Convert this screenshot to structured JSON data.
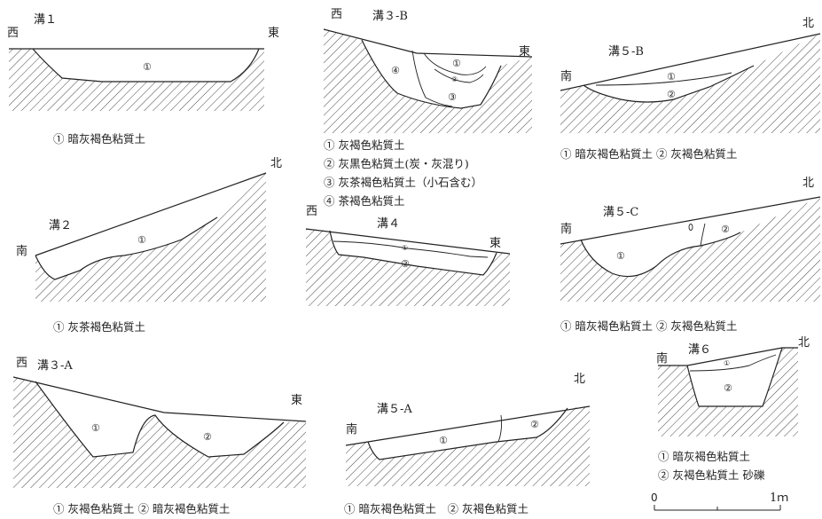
{
  "sections": [
    {
      "id": "m1",
      "title": "溝１",
      "dir_left": "西",
      "dir_right": "東",
      "layers": [
        "①"
      ],
      "legend": [
        "① 暗灰褐色粘質土"
      ]
    },
    {
      "id": "m2",
      "title": "溝２",
      "dir_left": "南",
      "dir_right": "北",
      "layers": [
        "①"
      ],
      "legend": [
        "① 灰茶褐色粘質土"
      ]
    },
    {
      "id": "m3a",
      "title": "溝３-A",
      "dir_left": "西",
      "dir_right": "東",
      "layers": [
        "①",
        "②"
      ],
      "legend": [
        "① 灰褐色粘質土 ② 暗灰褐色粘質土"
      ]
    },
    {
      "id": "m3b",
      "title": "溝３-B",
      "dir_left": "西",
      "dir_right": "東",
      "layers": [
        "①",
        "②",
        "③",
        "④"
      ],
      "legend": [
        "① 灰褐色粘質土",
        "② 灰黒色粘質土(炭・灰混り)",
        "③ 灰茶褐色粘質土（小石含む）",
        "④ 茶褐色粘質土"
      ]
    },
    {
      "id": "m4",
      "title": "溝４",
      "dir_left": "西",
      "dir_right": "東",
      "layers": [
        "①",
        "②"
      ],
      "legend": []
    },
    {
      "id": "m5a",
      "title": "溝５-A",
      "dir_left": "南",
      "dir_right": "北",
      "layers": [
        "①",
        "②"
      ],
      "legend": [
        "① 暗灰褐色粘質土　② 灰褐色粘質土"
      ]
    },
    {
      "id": "m5b",
      "title": "溝５-B",
      "dir_left": "南",
      "dir_right": "北",
      "layers": [
        "①",
        "②"
      ],
      "legend": [
        "① 暗灰褐色粘質土 ② 灰褐色粘質土"
      ]
    },
    {
      "id": "m5c",
      "title": "溝５-C",
      "dir_left": "南",
      "dir_right": "北",
      "layers": [
        "①",
        "②"
      ],
      "legend": [
        "① 暗灰褐色粘質土 ② 灰褐色粘質土"
      ]
    },
    {
      "id": "m6",
      "title": "溝６",
      "dir_left": "南",
      "dir_right": "北",
      "layers": [
        "①",
        "②"
      ],
      "legend": [
        "① 暗灰褐色粘質土",
        "② 灰褐色粘質土 砂礫"
      ]
    }
  ],
  "scale": {
    "start": "0",
    "end": "1ｍ"
  }
}
